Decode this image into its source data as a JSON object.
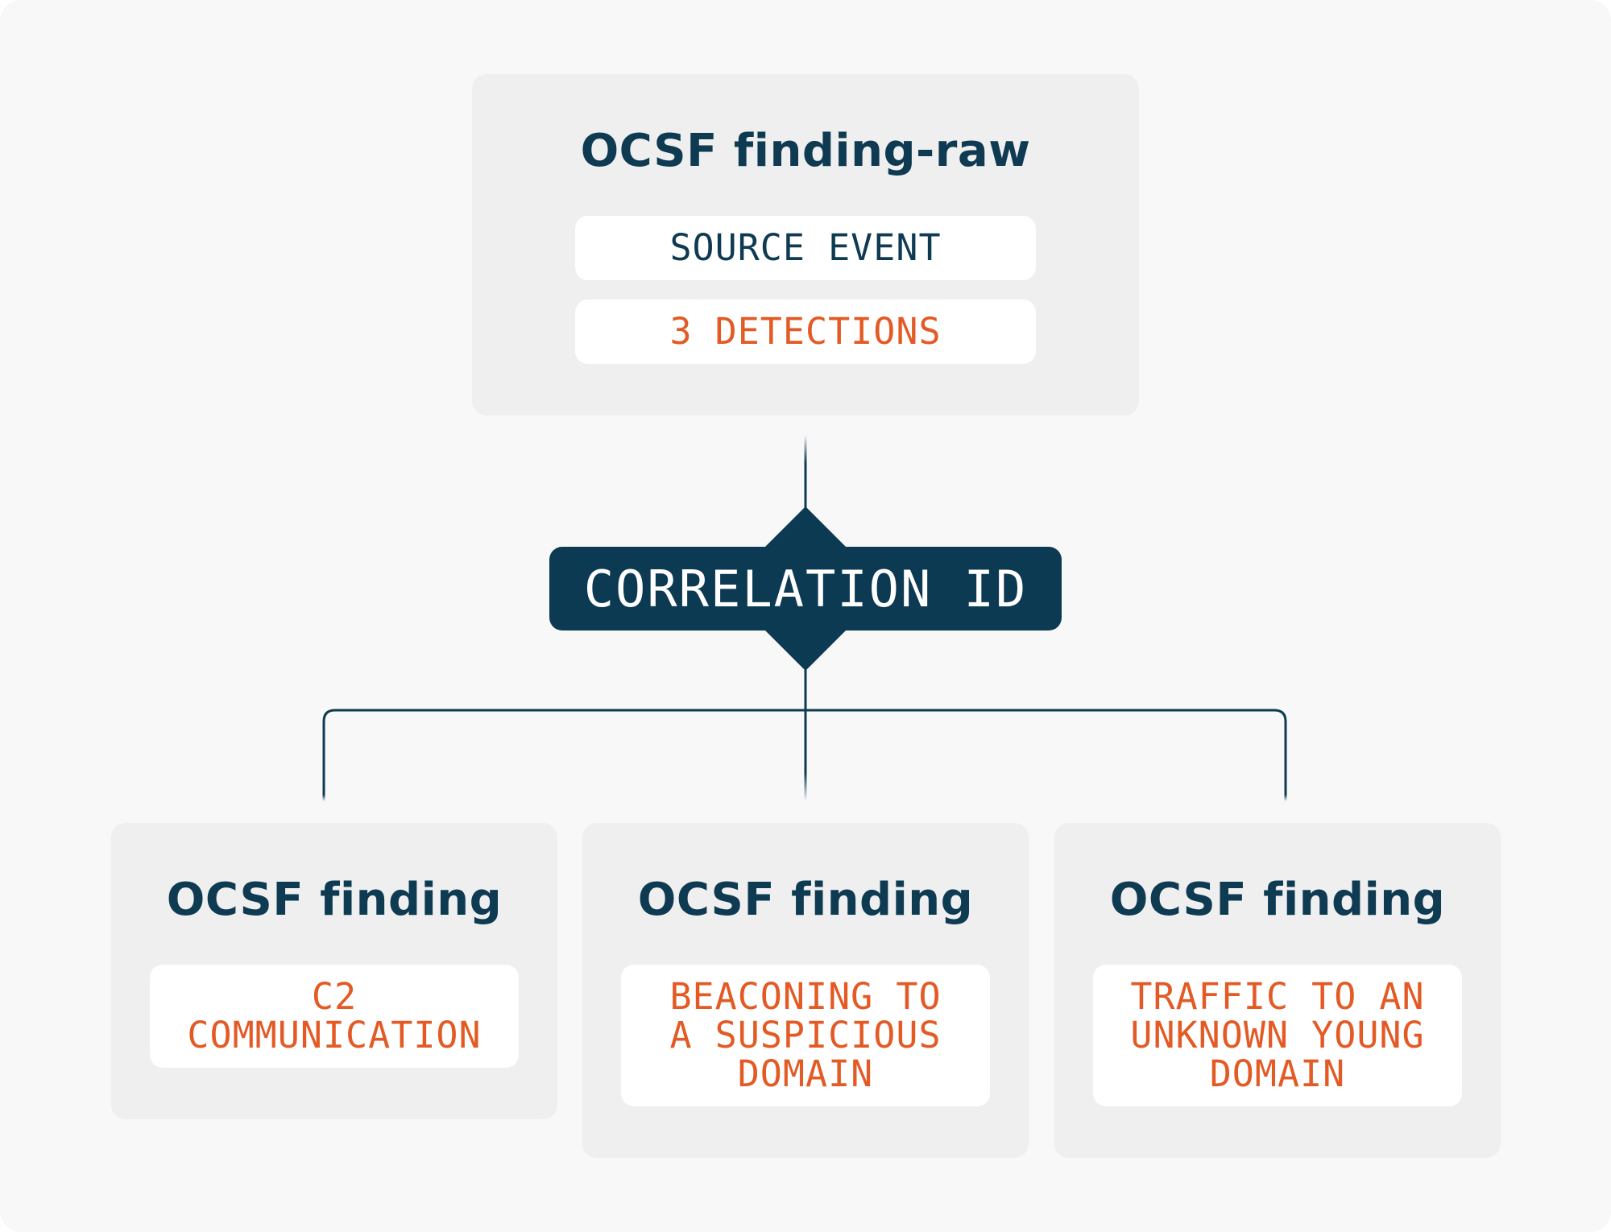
{
  "colors": {
    "navy": "#0e3a52",
    "orange": "#e35a24",
    "panel": "#efefef",
    "chip": "#ffffff",
    "background": "#f8f8f8"
  },
  "source": {
    "title": "OCSF finding-raw",
    "chips": [
      {
        "label": "SOURCE EVENT"
      },
      {
        "label": "3 DETECTIONS"
      }
    ]
  },
  "correlation": {
    "label": "CORRELATION ID"
  },
  "findings": [
    {
      "title": "OCSF finding",
      "detail": "C2\nCOMMUNICATION"
    },
    {
      "title": "OCSF finding",
      "detail": "BEACONING TO\nA SUSPICIOUS\nDOMAIN"
    },
    {
      "title": "OCSF finding",
      "detail": "TRAFFIC TO AN\nUNKNOWN YOUNG\nDOMAIN"
    }
  ]
}
